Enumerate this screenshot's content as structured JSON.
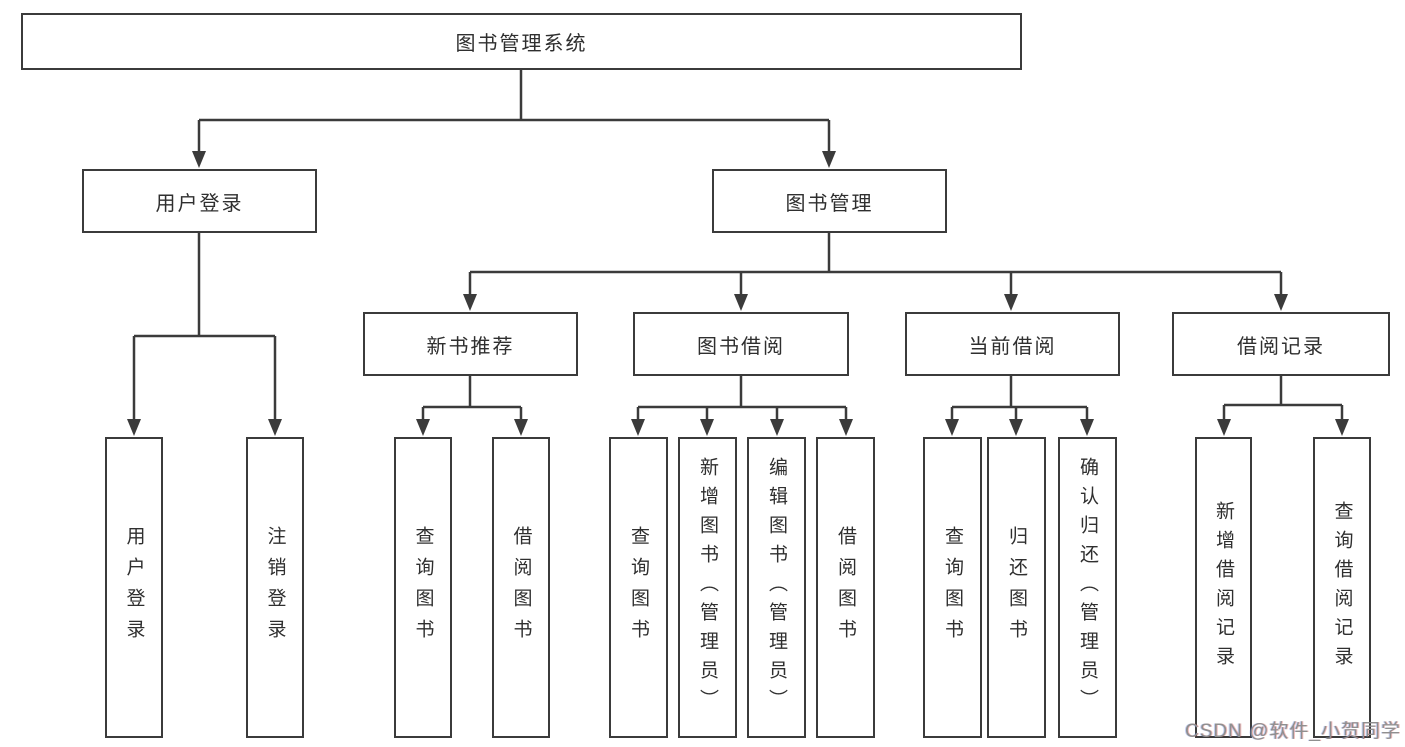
{
  "diagram_title": "图书管理系统",
  "nodes": {
    "root": "图书管理系统",
    "user_login": "用户登录",
    "book_mgmt": "图书管理",
    "new_book_rec": "新书推荐",
    "book_borrow": "图书借阅",
    "current_borrow": "当前借阅",
    "borrow_history": "借阅记录",
    "leaf_user_login": "用户登录",
    "leaf_logout": "注销登录",
    "leaf_rec_query": "查询图书",
    "leaf_rec_borrow": "借阅图书",
    "leaf_bb_query": "查询图书",
    "leaf_bb_add": "新增图书（管理员）",
    "leaf_bb_edit": "编辑图书（管理员）",
    "leaf_bb_borrow": "借阅图书",
    "leaf_cb_query": "查询图书",
    "leaf_cb_return": "归还图书",
    "leaf_cb_confirm": "确认归还（管理员）",
    "leaf_bh_add": "新增借阅记录",
    "leaf_bh_query": "查询借阅记录"
  },
  "watermark": "CSDN @软件_小贺同学",
  "colors": {
    "line": "#3b3b3b",
    "text": "#2f2f2f",
    "box_background": "#ffffff",
    "watermark": "#8f8f8f"
  }
}
